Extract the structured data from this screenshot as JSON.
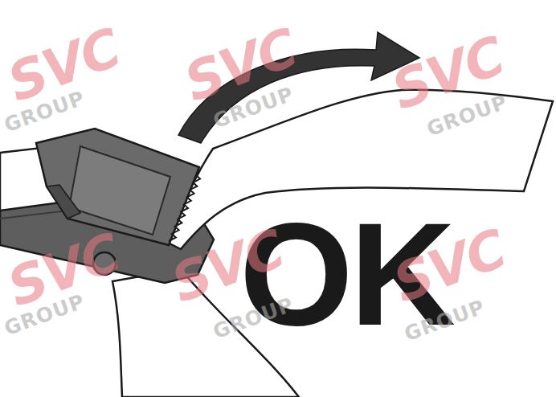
{
  "diagram": {
    "labels": [
      "SVC",
      "GROUP",
      "SVC",
      "GROUP",
      "SVC",
      "GROUP",
      "OK",
      "SVC",
      "GROUP",
      "SVC",
      "GROUP",
      "SVC",
      "GROUP"
    ]
  }
}
